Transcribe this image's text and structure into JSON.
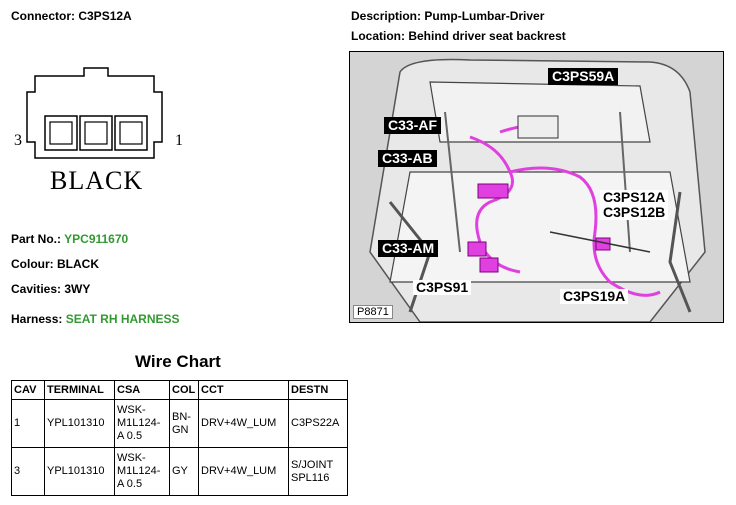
{
  "connector": {
    "label": "Connector:",
    "code": "C3PS12A",
    "pin_left": "3",
    "pin_right": "1",
    "housing_colour": "BLACK"
  },
  "description": {
    "label": "Description:",
    "value": "Pump-Lumbar-Driver"
  },
  "location": {
    "label": "Location:",
    "value": "Behind driver seat backrest"
  },
  "details": {
    "part_no": {
      "label": "Part No.:",
      "value": "YPC911670"
    },
    "colour": {
      "label": "Colour:",
      "value": "BLACK"
    },
    "cavities": {
      "label": "Cavities:",
      "value": "3WY"
    },
    "harness": {
      "label": "Harness:",
      "value": "SEAT RH HARNESS"
    }
  },
  "photo": {
    "ref": "P8871",
    "callouts": {
      "c3ps59a": "C3PS59A",
      "c33af": "C33-AF",
      "c33ab": "C33-AB",
      "c3ps12a": "C3PS12A",
      "c3ps12b": "C3PS12B",
      "c33am": "C33-AM",
      "c3ps91": "C3PS91",
      "c3ps19a": "C3PS19A"
    }
  },
  "wire_chart": {
    "title": "Wire Chart",
    "headers": [
      "CAV",
      "TERMINAL",
      "CSA",
      "COL",
      "CCT",
      "DESTN"
    ],
    "rows": [
      [
        "1",
        "YPL101310",
        "WSK-M1L124-A 0.5",
        "BN-GN",
        "DRV+4W_LUM",
        "C3PS22A"
      ],
      [
        "3",
        "YPL101310",
        "WSK-M1L124-A 0.5",
        "GY",
        "DRV+4W_LUM",
        "S/JOINT SPL116"
      ]
    ]
  },
  "colors": {
    "accent_green": "#339933",
    "highlight_magenta": "#e040e0"
  }
}
